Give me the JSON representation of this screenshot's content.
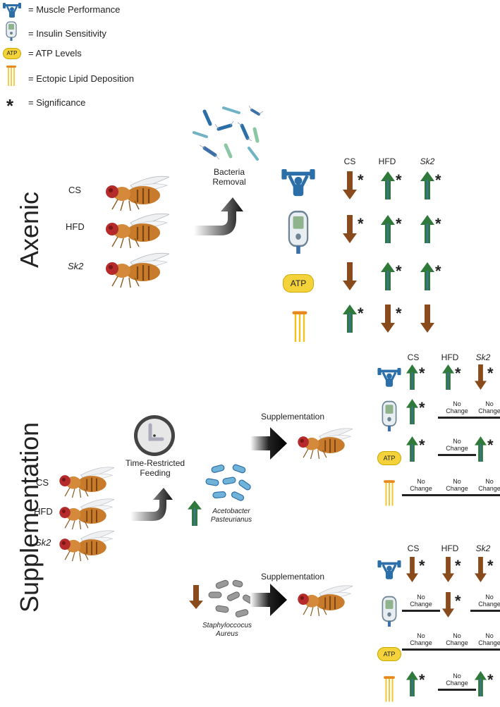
{
  "legend": {
    "muscle": "= Muscle Performance",
    "insulin": "= Insulin Sensitivity",
    "atp": "= ATP Levels",
    "lipid": "= Ectopic Lipid Deposition",
    "significance": "= Significance",
    "star": "*",
    "atp_badge": "ATP"
  },
  "axenic": {
    "title": "Axenic",
    "flies": [
      "CS",
      "HFD",
      "Sk2"
    ],
    "process_label": "Bacteria\nRemoval",
    "columns": [
      "CS",
      "HFD",
      "Sk2"
    ],
    "rows": [
      {
        "metric": "muscle",
        "cells": [
          {
            "dir": "down",
            "sig": true
          },
          {
            "dir": "up",
            "sig": true
          },
          {
            "dir": "up",
            "sig": true
          }
        ]
      },
      {
        "metric": "insulin",
        "cells": [
          {
            "dir": "down",
            "sig": true
          },
          {
            "dir": "up",
            "sig": true
          },
          {
            "dir": "up",
            "sig": true
          }
        ]
      },
      {
        "metric": "atp",
        "cells": [
          {
            "dir": "down",
            "sig": false
          },
          {
            "dir": "up",
            "sig": true
          },
          {
            "dir": "up",
            "sig": true
          }
        ]
      },
      {
        "metric": "lipid",
        "cells": [
          {
            "dir": "up",
            "sig": true
          },
          {
            "dir": "down",
            "sig": true
          },
          {
            "dir": "down",
            "sig": false
          }
        ]
      }
    ]
  },
  "supplementation": {
    "title": "Supplementation",
    "flies": [
      "CS",
      "HFD",
      "Sk2"
    ],
    "trf_label": "Time-Restricted\nFeeding",
    "supp_label": "Supplementation",
    "no_change": "No\nChange",
    "columns": [
      "CS",
      "HFD",
      "Sk2"
    ],
    "acetobacter": {
      "name": "Acetobacter\nPasteurianus",
      "trend": "up",
      "rows": [
        {
          "metric": "muscle",
          "cells": [
            {
              "dir": "up",
              "sig": true
            },
            {
              "dir": "up",
              "sig": true
            },
            {
              "dir": "down",
              "sig": true
            }
          ]
        },
        {
          "metric": "insulin",
          "cells": [
            {
              "dir": "up",
              "sig": true
            },
            {
              "dir": "none"
            },
            {
              "dir": "none"
            }
          ]
        },
        {
          "metric": "atp",
          "cells": [
            {
              "dir": "up",
              "sig": true
            },
            {
              "dir": "none"
            },
            {
              "dir": "up",
              "sig": true
            }
          ]
        },
        {
          "metric": "lipid",
          "cells": [
            {
              "dir": "none"
            },
            {
              "dir": "none"
            },
            {
              "dir": "none"
            }
          ]
        }
      ]
    },
    "staphylococcus": {
      "name": "Staphyloccocus\nAureus",
      "trend": "down",
      "rows": [
        {
          "metric": "muscle",
          "cells": [
            {
              "dir": "down",
              "sig": true
            },
            {
              "dir": "down",
              "sig": true
            },
            {
              "dir": "down",
              "sig": true
            }
          ]
        },
        {
          "metric": "insulin",
          "cells": [
            {
              "dir": "none"
            },
            {
              "dir": "down",
              "sig": true
            },
            {
              "dir": "none"
            }
          ]
        },
        {
          "metric": "atp",
          "cells": [
            {
              "dir": "none"
            },
            {
              "dir": "none"
            },
            {
              "dir": "none"
            }
          ]
        },
        {
          "metric": "lipid",
          "cells": [
            {
              "dir": "up",
              "sig": true
            },
            {
              "dir": "none"
            },
            {
              "dir": "up",
              "sig": true
            }
          ]
        }
      ]
    }
  },
  "colors": {
    "up_fill": "#2f7a3a",
    "up_stripe": "#3d6fa8",
    "down_fill": "#8a4b1c",
    "muscle_icon": "#2c6fa8",
    "atp_badge": "#f3d23a",
    "lipid_icon": "#f2c21d",
    "fly_body": "#c97b2c"
  }
}
